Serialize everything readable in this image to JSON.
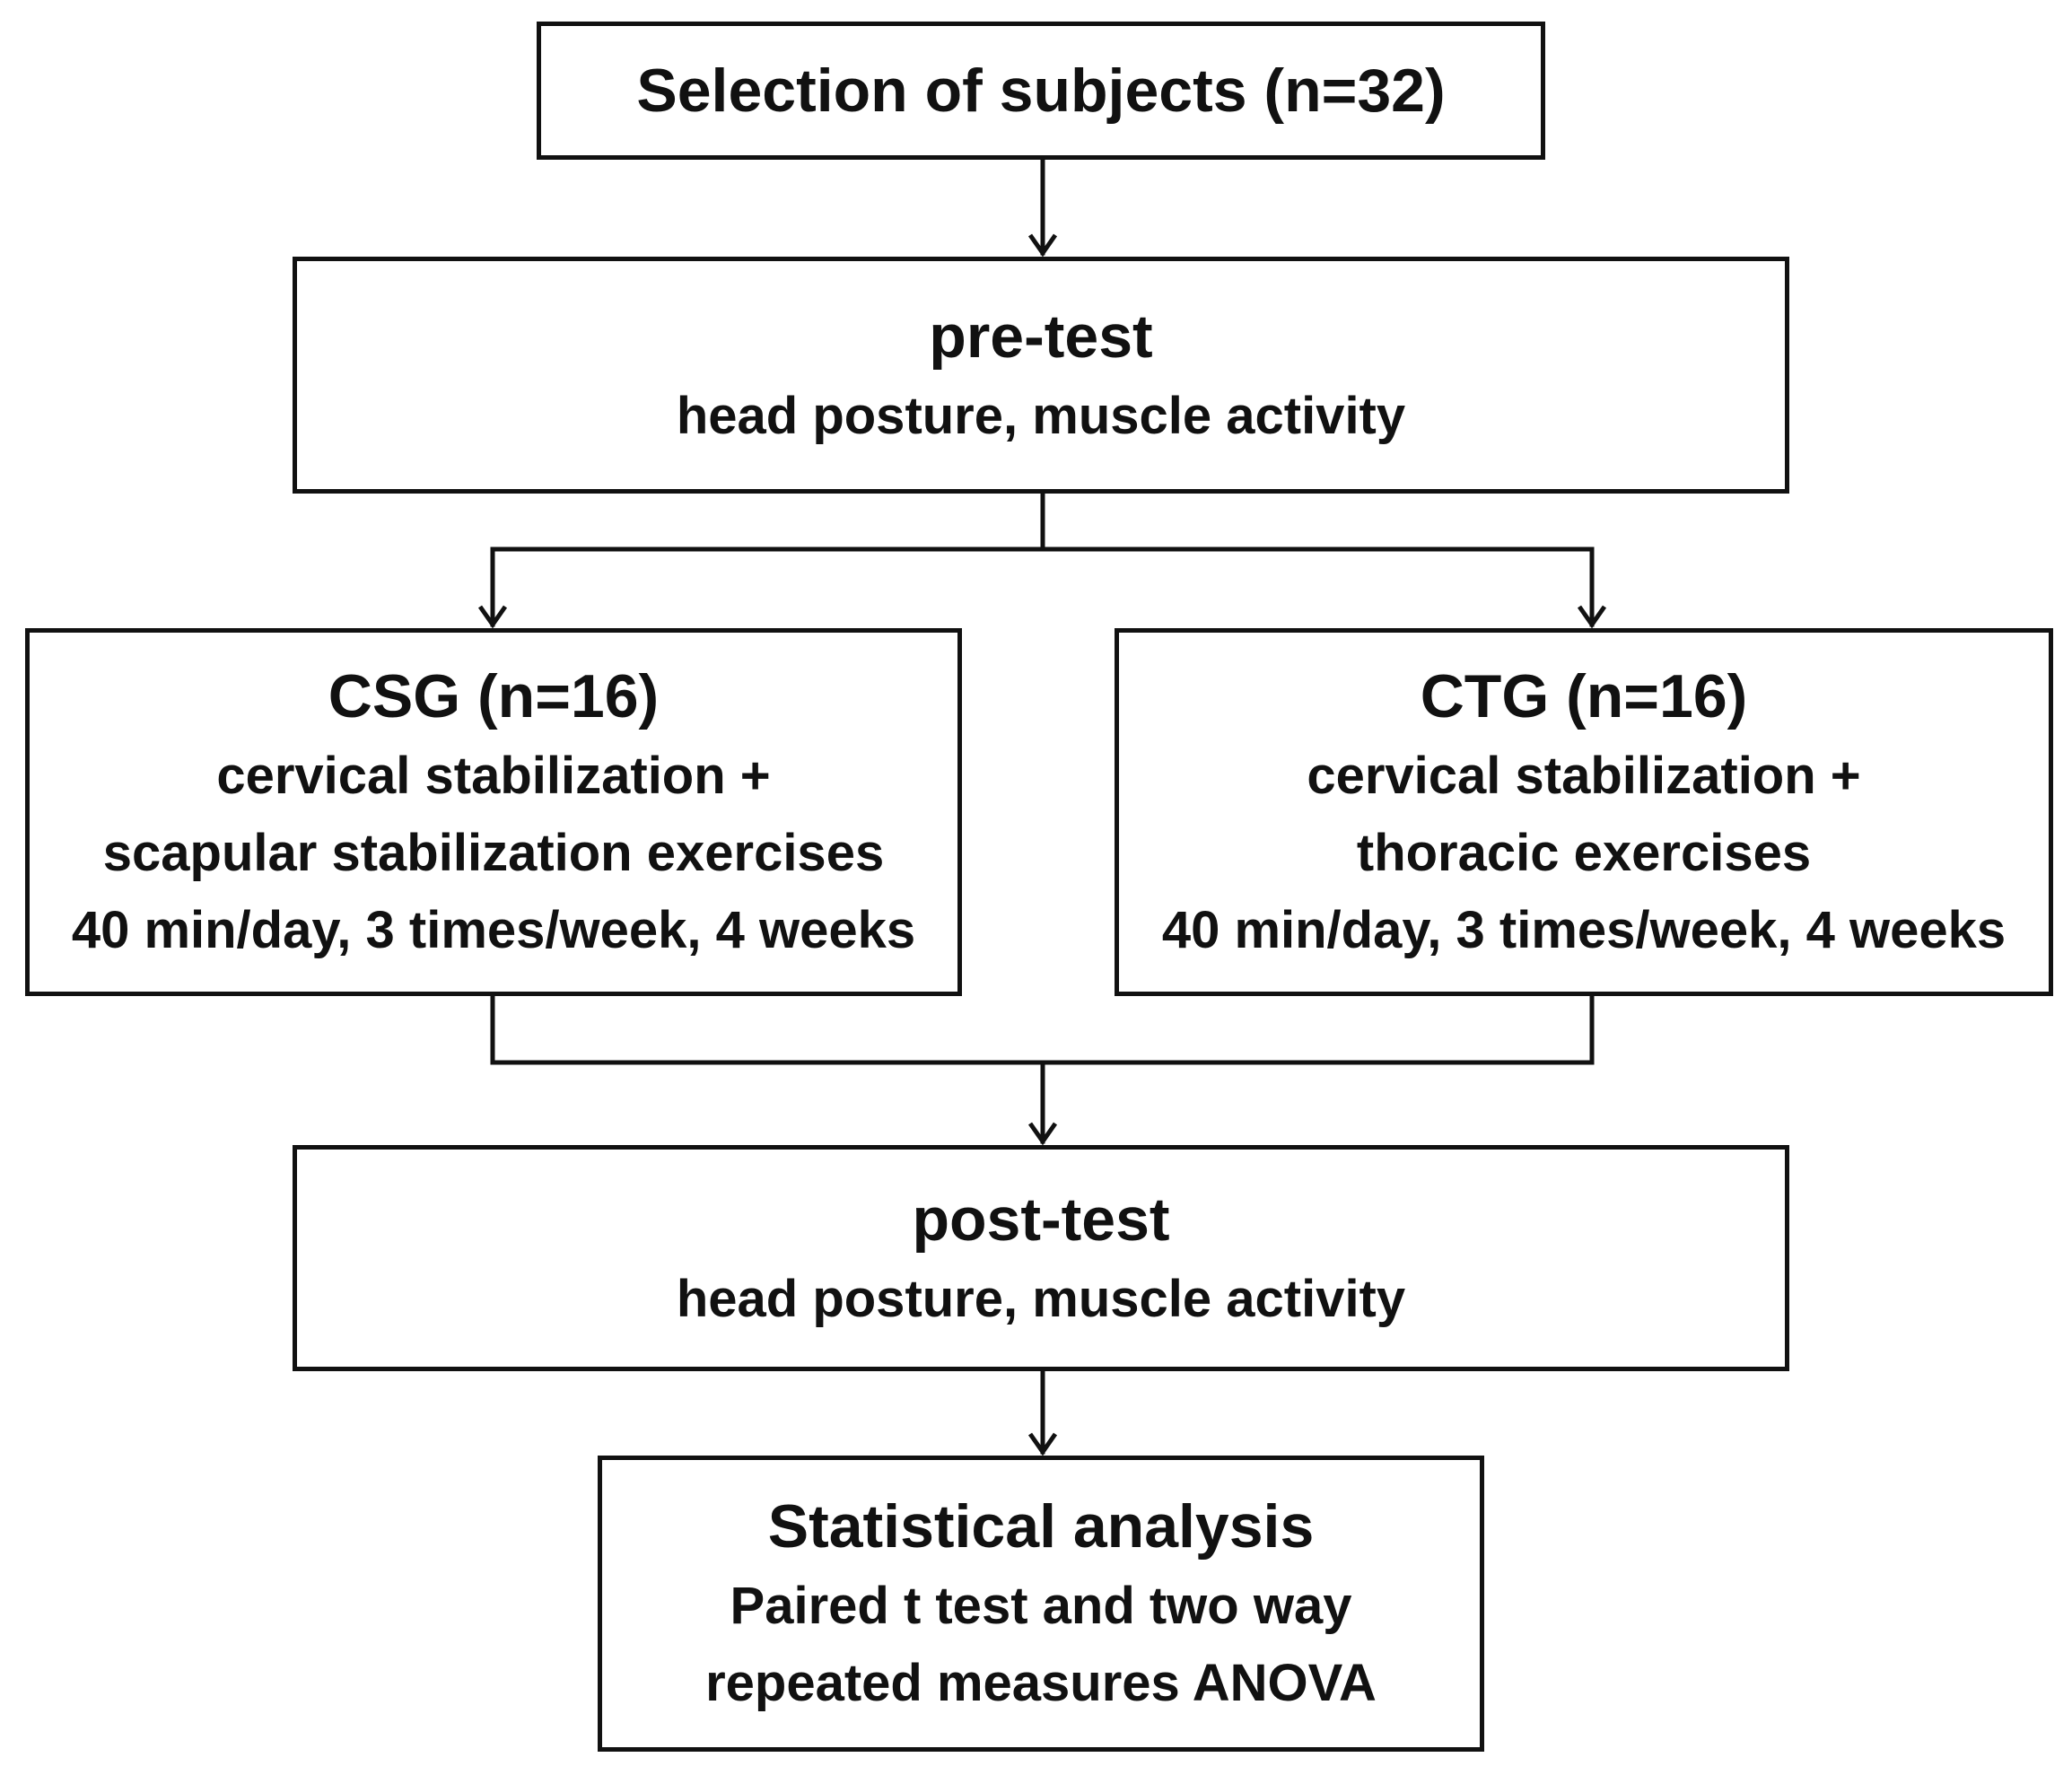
{
  "nodes": {
    "selection": {
      "lines": [
        "Selection of subjects (n=32)"
      ]
    },
    "pretest": {
      "lines": [
        "pre-test",
        "head posture, muscle activity"
      ]
    },
    "csg": {
      "lines": [
        "CSG (n=16)",
        "cervical stabilization +",
        "scapular stabilization exercises",
        "40 min/day, 3 times/week, 4 weeks"
      ]
    },
    "ctg": {
      "lines": [
        "CTG (n=16)",
        "cervical stabilization +",
        "thoracic exercises",
        "40 min/day, 3 times/week, 4 weeks"
      ]
    },
    "posttest": {
      "lines": [
        "post-test",
        "head posture, muscle activity"
      ]
    },
    "stats": {
      "lines": [
        "Statistical analysis",
        "Paired t test and two way",
        "repeated measures ANOVA"
      ]
    }
  },
  "edges": [
    {
      "from": "selection",
      "to": "pretest"
    },
    {
      "from": "pretest",
      "to": "csg"
    },
    {
      "from": "pretest",
      "to": "ctg"
    },
    {
      "from": "csg",
      "to": "posttest"
    },
    {
      "from": "ctg",
      "to": "posttest"
    },
    {
      "from": "posttest",
      "to": "stats"
    }
  ],
  "colors": {
    "stroke": "#111111",
    "text": "#111111",
    "background": "#ffffff"
  }
}
